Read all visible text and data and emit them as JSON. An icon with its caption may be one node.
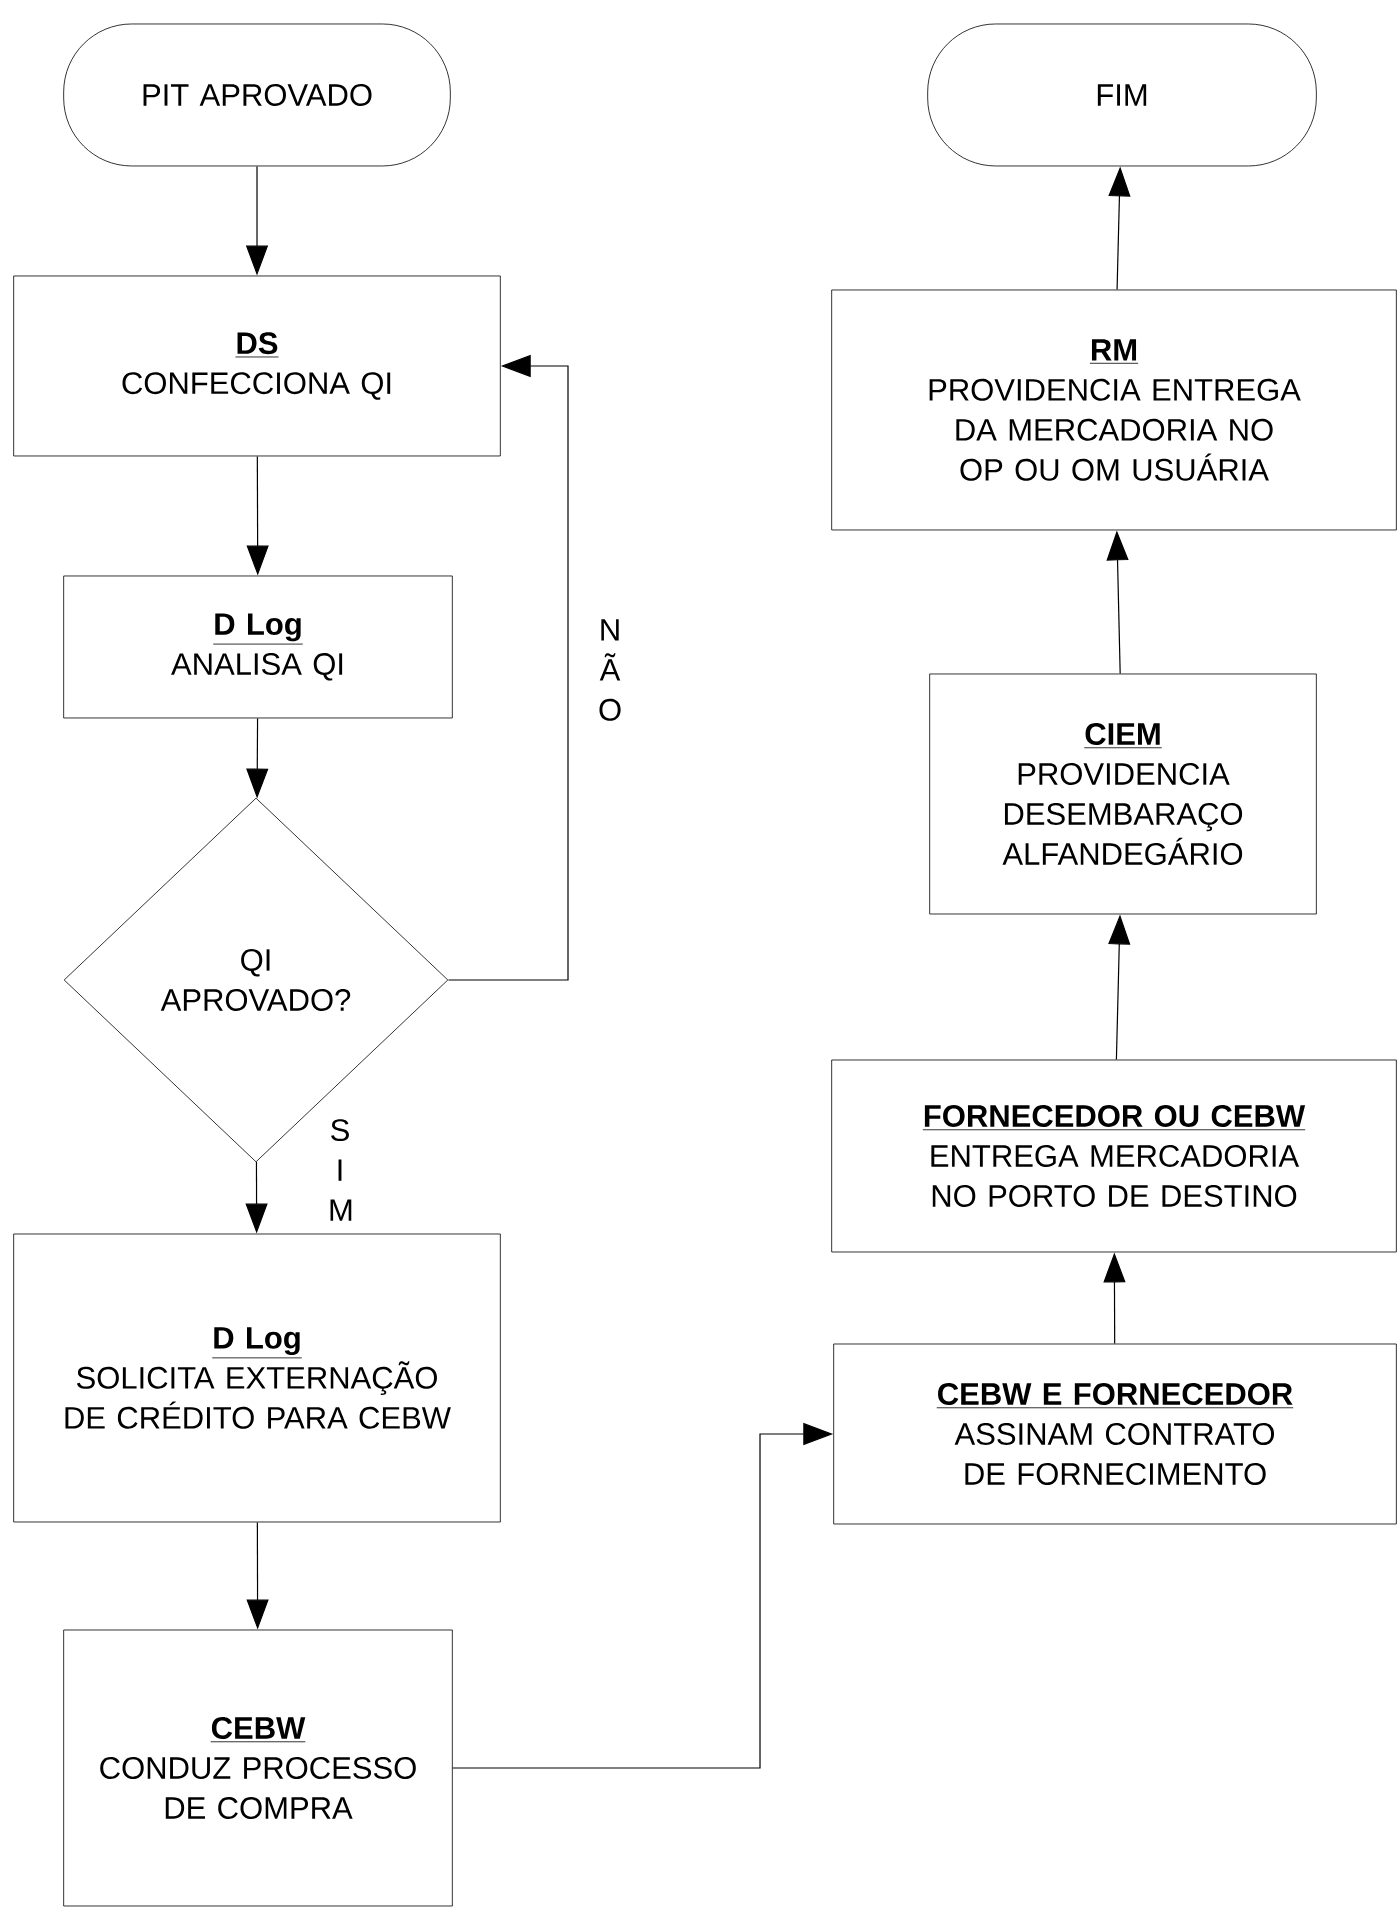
{
  "diagram": {
    "nodes": [
      {
        "text": [
          "PIT APROVADO"
        ]
      },
      {
        "text": [
          "DS",
          "CONFECCIONA QI"
        ]
      },
      {
        "text": [
          "D Log",
          "ANALISA QI"
        ]
      },
      {
        "text": [
          "QI APROVADO?"
        ]
      },
      {
        "text": [
          "D Log",
          "SOLICITA EXTERNAÇÃO DE CRÉDITO PARA CEBW"
        ]
      },
      {
        "text": [
          "CEBW",
          "CONDUZ PROCESSO DE COMPRA"
        ]
      },
      {
        "text": [
          "CEBW E FORNECEDOR",
          "ASSINAM CONTRATO DE FORNECIMENTO"
        ]
      },
      {
        "text": [
          "FORNECEDOR OU CEBW",
          "ENTREGA MERCADORIA NO PORTO DE DESTINO"
        ]
      },
      {
        "text": [
          "CIEM",
          "PROVIDENCIA DESEMBARAÇO ALFANDEGÁRIO"
        ]
      },
      {
        "text": [
          "RM",
          "PROVIDENCIA ENTREGA DA MERCADORIA NO OP OU OM USUÁRIA"
        ]
      },
      {
        "text": [
          "FIM"
        ]
      }
    ],
    "edges": [
      {
        "from": 0,
        "to": 1,
        "arrow": "to"
      },
      {
        "from": 1,
        "to": 2,
        "arrow": "to"
      },
      {
        "from": 2,
        "to": 3,
        "arrow": "to"
      },
      {
        "from": 3,
        "to": 1,
        "arrow": "to",
        "label": "N Ã O"
      },
      {
        "from": 3,
        "to": 4,
        "arrow": "to",
        "label": "S I M"
      },
      {
        "from": 4,
        "to": 5,
        "arrow": "to"
      },
      {
        "from": 5,
        "to": 6,
        "arrow": "to"
      },
      {
        "from": 6,
        "to": 7,
        "arrow": "to"
      },
      {
        "from": 7,
        "to": 8,
        "arrow": "to"
      },
      {
        "from": 8,
        "to": 9,
        "arrow": "to"
      },
      {
        "from": 9,
        "to": 10,
        "arrow": "to"
      }
    ]
  }
}
